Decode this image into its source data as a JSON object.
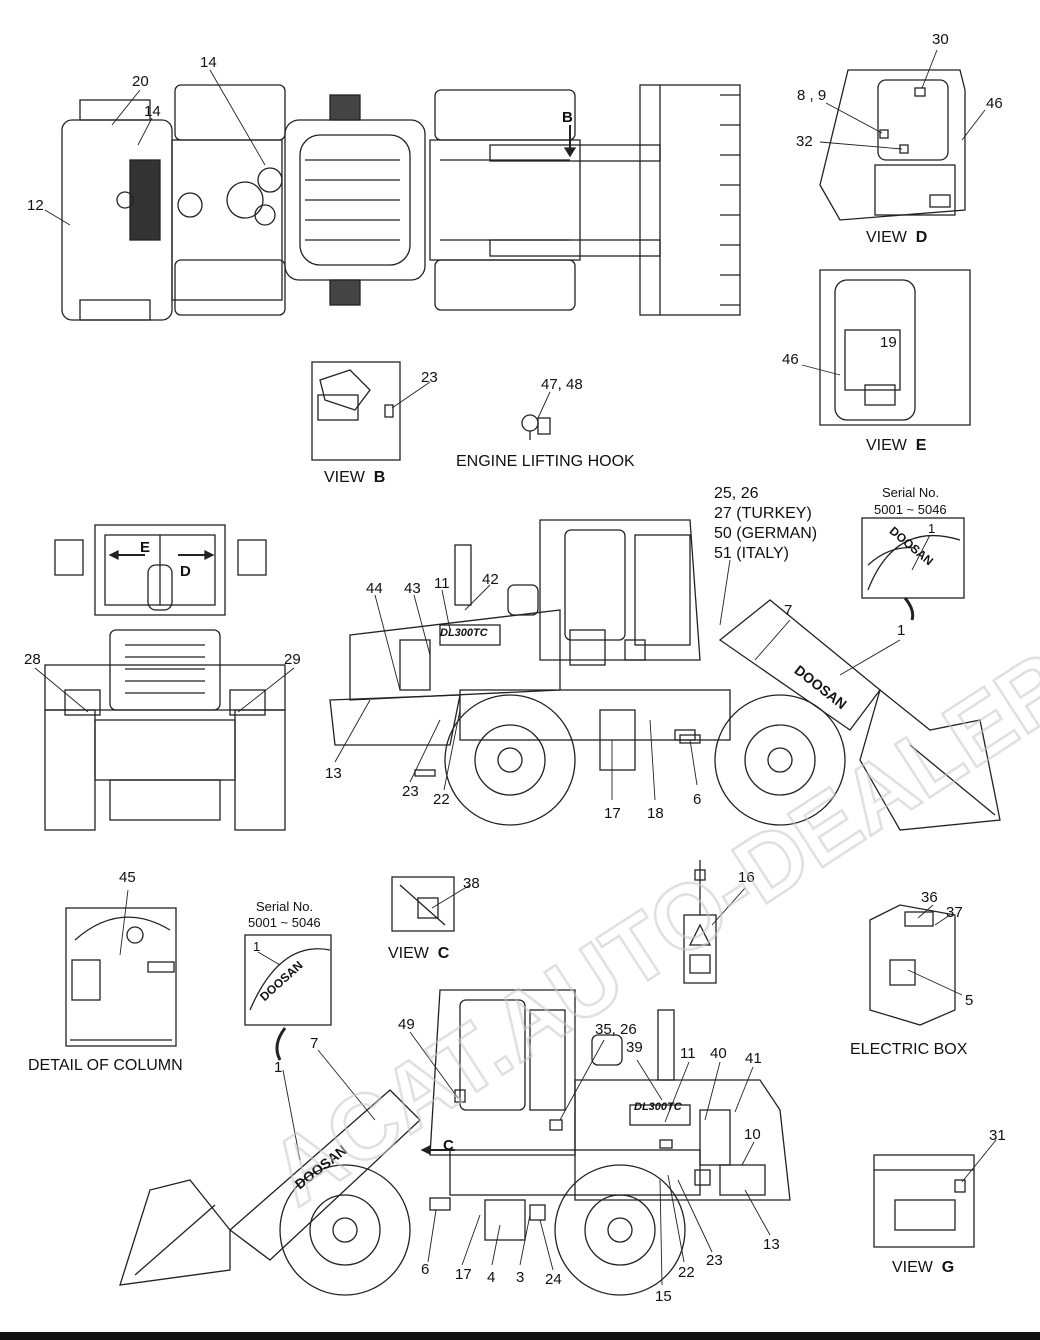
{
  "watermark": {
    "text": "ACAT.AUTO-DEALER.RU",
    "color": "#c8c8c8"
  },
  "views": {
    "view_b": {
      "title": "VIEW",
      "letter": "B"
    },
    "view_c": {
      "title": "VIEW",
      "letter": "C"
    },
    "view_d": {
      "title": "VIEW",
      "letter": "D"
    },
    "view_e": {
      "title": "VIEW",
      "letter": "E"
    },
    "view_g": {
      "title": "VIEW",
      "letter": "G"
    },
    "engine_lifting_hook": "ENGINE LIFTING HOOK",
    "detail_of_column": "DETAIL OF COLUMN",
    "electric_box": "ELECTRIC BOX"
  },
  "serial_boxes": {
    "top": {
      "line1": "Serial No.",
      "line2": "5001 ~ 5046",
      "callout": "1",
      "brand": "DOOSAN"
    },
    "bottom": {
      "line1": "Serial No.",
      "line2": "5001 ~ 5046",
      "callout": "1",
      "brand": "DOOSAN"
    }
  },
  "language_note": [
    "25, 26",
    "27 (TURKEY)",
    "50 (GERMAN)",
    "51 (ITALY)"
  ],
  "arrows": {
    "b": "B",
    "c": "C",
    "d": "D",
    "e": "E"
  },
  "brand": "DOOSAN",
  "model": "DL300TC",
  "callouts": {
    "top_view": [
      "14",
      "20",
      "14",
      "12"
    ],
    "view_d": [
      "30",
      "8 , 9",
      "46",
      "32"
    ],
    "view_e": [
      "19",
      "46"
    ],
    "view_b": [
      "23"
    ],
    "hook": [
      "47, 48"
    ],
    "front_view": [
      "28",
      "29"
    ],
    "side_right": [
      "44",
      "43",
      "11",
      "42",
      "7",
      "1",
      "13",
      "23",
      "22",
      "17",
      "18",
      "6"
    ],
    "detail_column": [
      "45"
    ],
    "view_c": [
      "38"
    ],
    "view_16": [
      "16"
    ],
    "electric_box": [
      "36",
      "37",
      "5"
    ],
    "side_left": [
      "49",
      "35, 26",
      "39",
      "11",
      "40",
      "41",
      "7",
      "1",
      "10",
      "6",
      "17",
      "4",
      "3",
      "24",
      "15",
      "22",
      "23",
      "13"
    ],
    "view_g": [
      "31"
    ]
  }
}
